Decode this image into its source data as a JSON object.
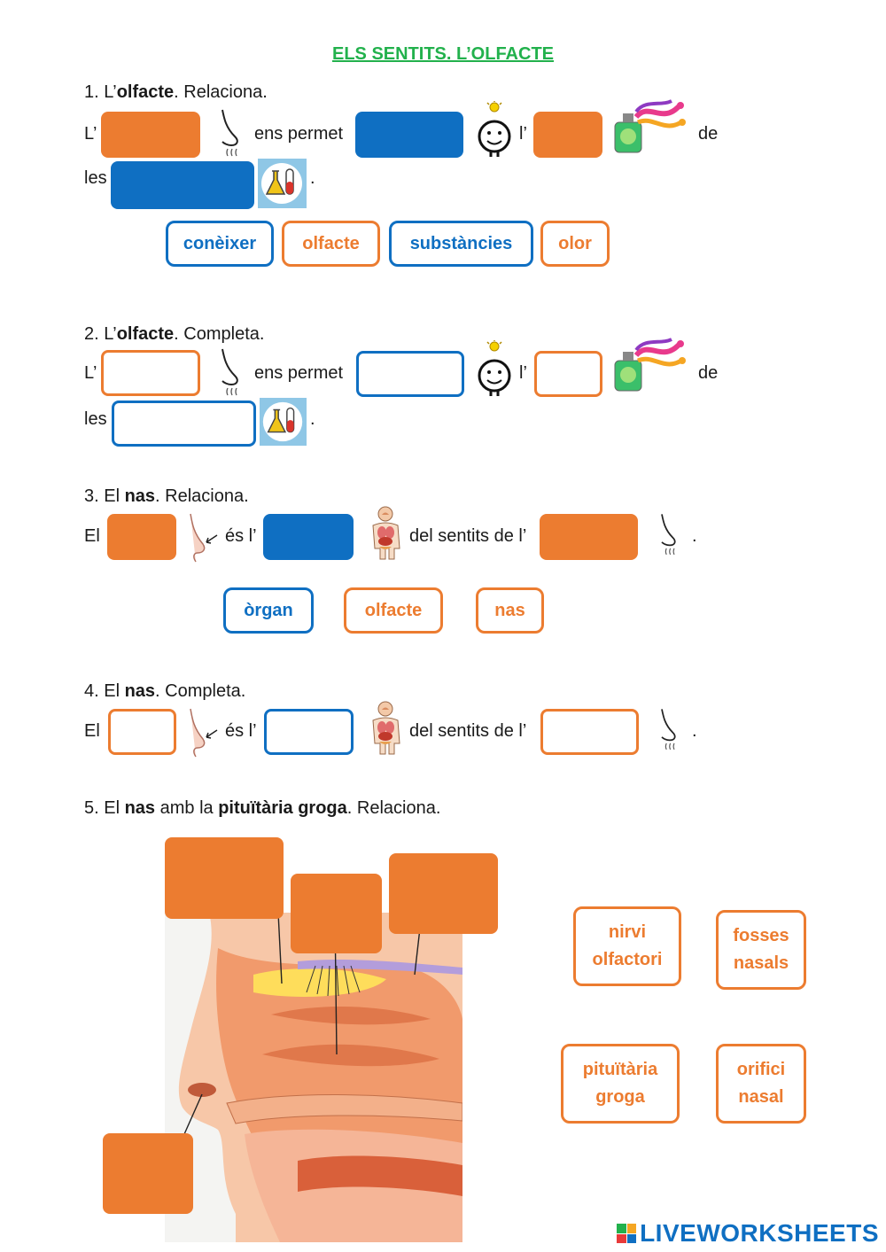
{
  "title": "ELS SENTITS. L’OLFACTE",
  "ex1": {
    "num": "1. L’",
    "bold": "olfacte",
    "rest": ". Relaciona.",
    "w_l": "L’",
    "w_ens": "ens permet",
    "w_l2": "l’",
    "w_de": "de",
    "w_les": "les",
    "w_dot": ".",
    "chips": [
      "conèixer",
      "olfacte",
      "substàncies",
      "olor"
    ]
  },
  "ex2": {
    "num": "2. L’",
    "bold": "olfacte",
    "rest": ". Completa.",
    "w_l": "L’",
    "w_ens": "ens permet",
    "w_l2": "l’",
    "w_de": "de",
    "w_les": "les",
    "w_dot": "."
  },
  "ex3": {
    "num": "3. El ",
    "bold": "nas",
    "rest": ". Relaciona.",
    "w_el": "El",
    "w_es": "és l’",
    "w_del": "del sentits de l’",
    "w_dot": ".",
    "chips": [
      "òrgan",
      "olfacte",
      "nas"
    ]
  },
  "ex4": {
    "num": "4. El ",
    "bold": "nas",
    "rest": ". Completa.",
    "w_el": "El",
    "w_es": "és l’",
    "w_del": "del sentits de l’",
    "w_dot": "."
  },
  "ex5": {
    "num": "5. El ",
    "bold1": "nas",
    "mid": " amb la ",
    "bold2": "pituïtària groga",
    "rest": ". Relaciona.",
    "chips": [
      {
        "l1": "nirvi",
        "l2": "olfactori"
      },
      {
        "l1": "fosses",
        "l2": "nasals"
      },
      {
        "l1": "pituïtària",
        "l2": "groga"
      },
      {
        "l1": "orifici",
        "l2": "nasal"
      }
    ]
  },
  "brand": "LIVEWORKSHEETS",
  "colors": {
    "orange": "#ec7c30",
    "blue": "#0f6fc2",
    "title_green": "#22b14c"
  },
  "icons": [
    "nose-icon",
    "thinking-face-icon",
    "perfume-icon",
    "chemistry-icon",
    "nose-pointer-icon",
    "body-organs-icon"
  ]
}
